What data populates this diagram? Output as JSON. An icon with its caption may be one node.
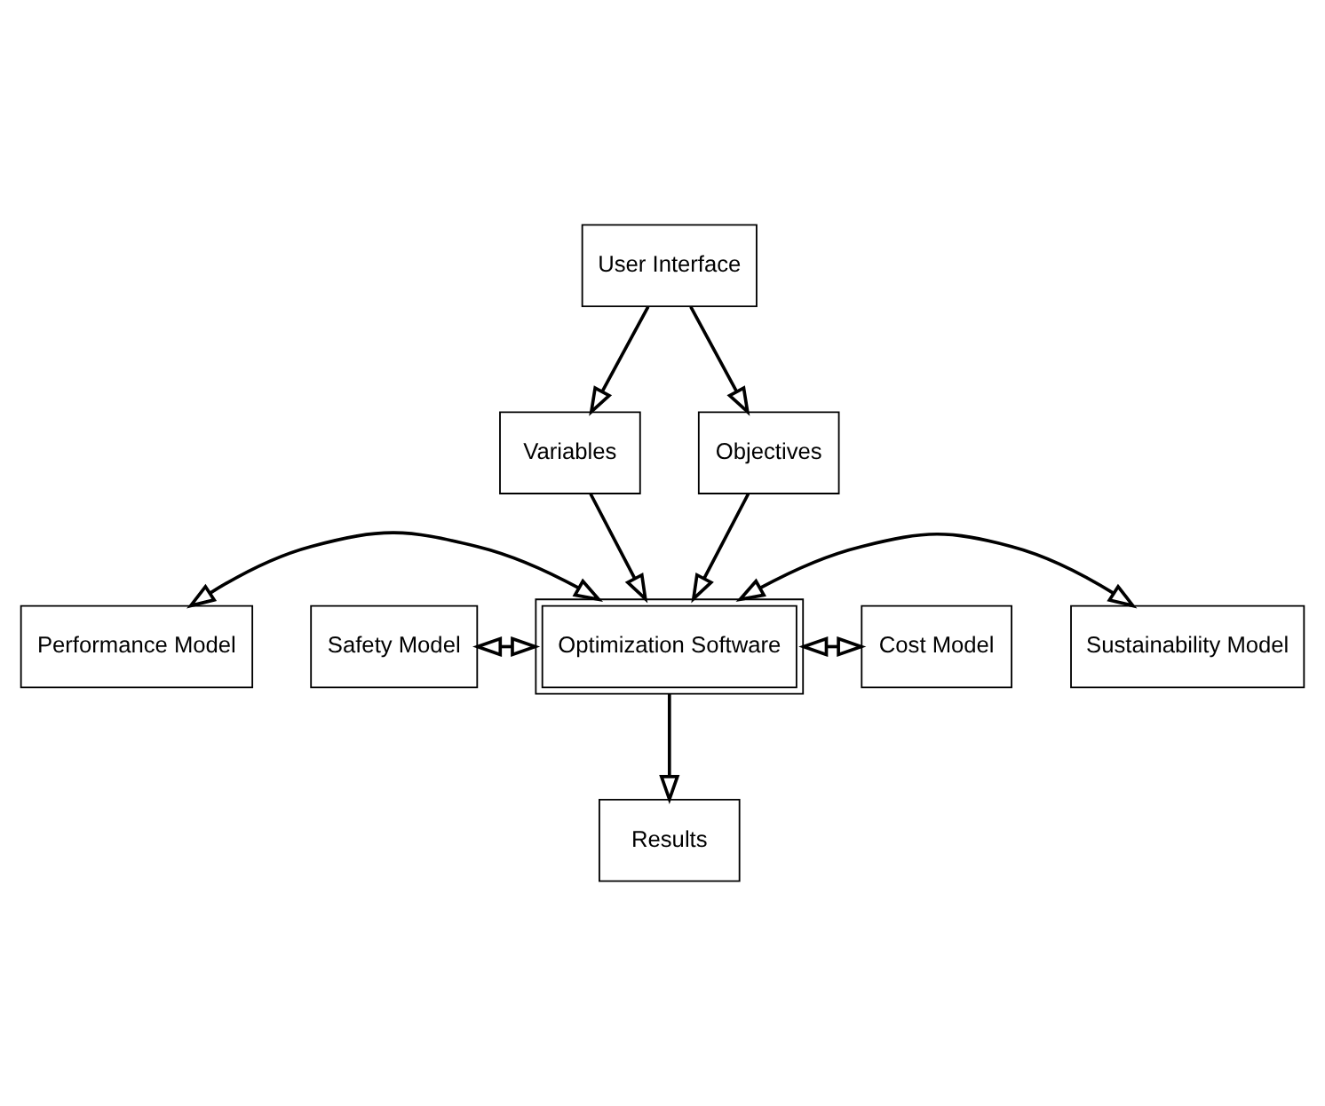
{
  "diagram": {
    "nodes": [
      {
        "text": [
          "User Interface"
        ]
      },
      {
        "text": [
          "Variables"
        ]
      },
      {
        "text": [
          "Objectives"
        ]
      },
      {
        "text": [
          "Safety Model"
        ]
      },
      {
        "text": [
          "Performance Model"
        ]
      },
      {
        "text": [
          "Optimization Software"
        ]
      },
      {
        "text": [
          "Sustainability Model"
        ]
      },
      {
        "text": [
          "Cost Model"
        ]
      },
      {
        "text": [
          "Results"
        ]
      }
    ],
    "edges": [
      {
        "from": 0,
        "to": 1,
        "arrow": "to"
      },
      {
        "from": 0,
        "to": 2,
        "arrow": "to"
      },
      {
        "from": 1,
        "to": 5,
        "arrow": "to"
      },
      {
        "from": 2,
        "to": 5,
        "arrow": "to"
      },
      {
        "from": 3,
        "to": 5,
        "arrow": "both"
      },
      {
        "from": 4,
        "to": 5,
        "arrow": "both"
      },
      {
        "from": 5,
        "to": 6,
        "arrow": "both"
      },
      {
        "from": 5,
        "to": 7,
        "arrow": "both"
      },
      {
        "from": 5,
        "to": 8,
        "arrow": "to"
      }
    ]
  }
}
